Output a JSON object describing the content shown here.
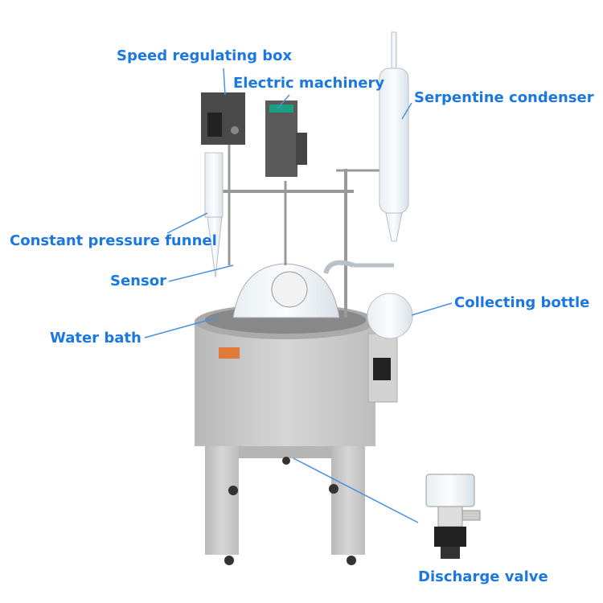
{
  "colors": {
    "label": "#1a78e0",
    "leader_line": "#4a90e2",
    "body": "#c9c9c9"
  },
  "labels": {
    "speed_box": "Speed regulating box",
    "motor": "Electric machinery",
    "condenser": "Serpentine condenser",
    "funnel": "Constant pressure funnel",
    "sensor": "Sensor",
    "collecting": "Collecting bottle",
    "water_bath": "Water bath",
    "valve": "Discharge valve"
  }
}
